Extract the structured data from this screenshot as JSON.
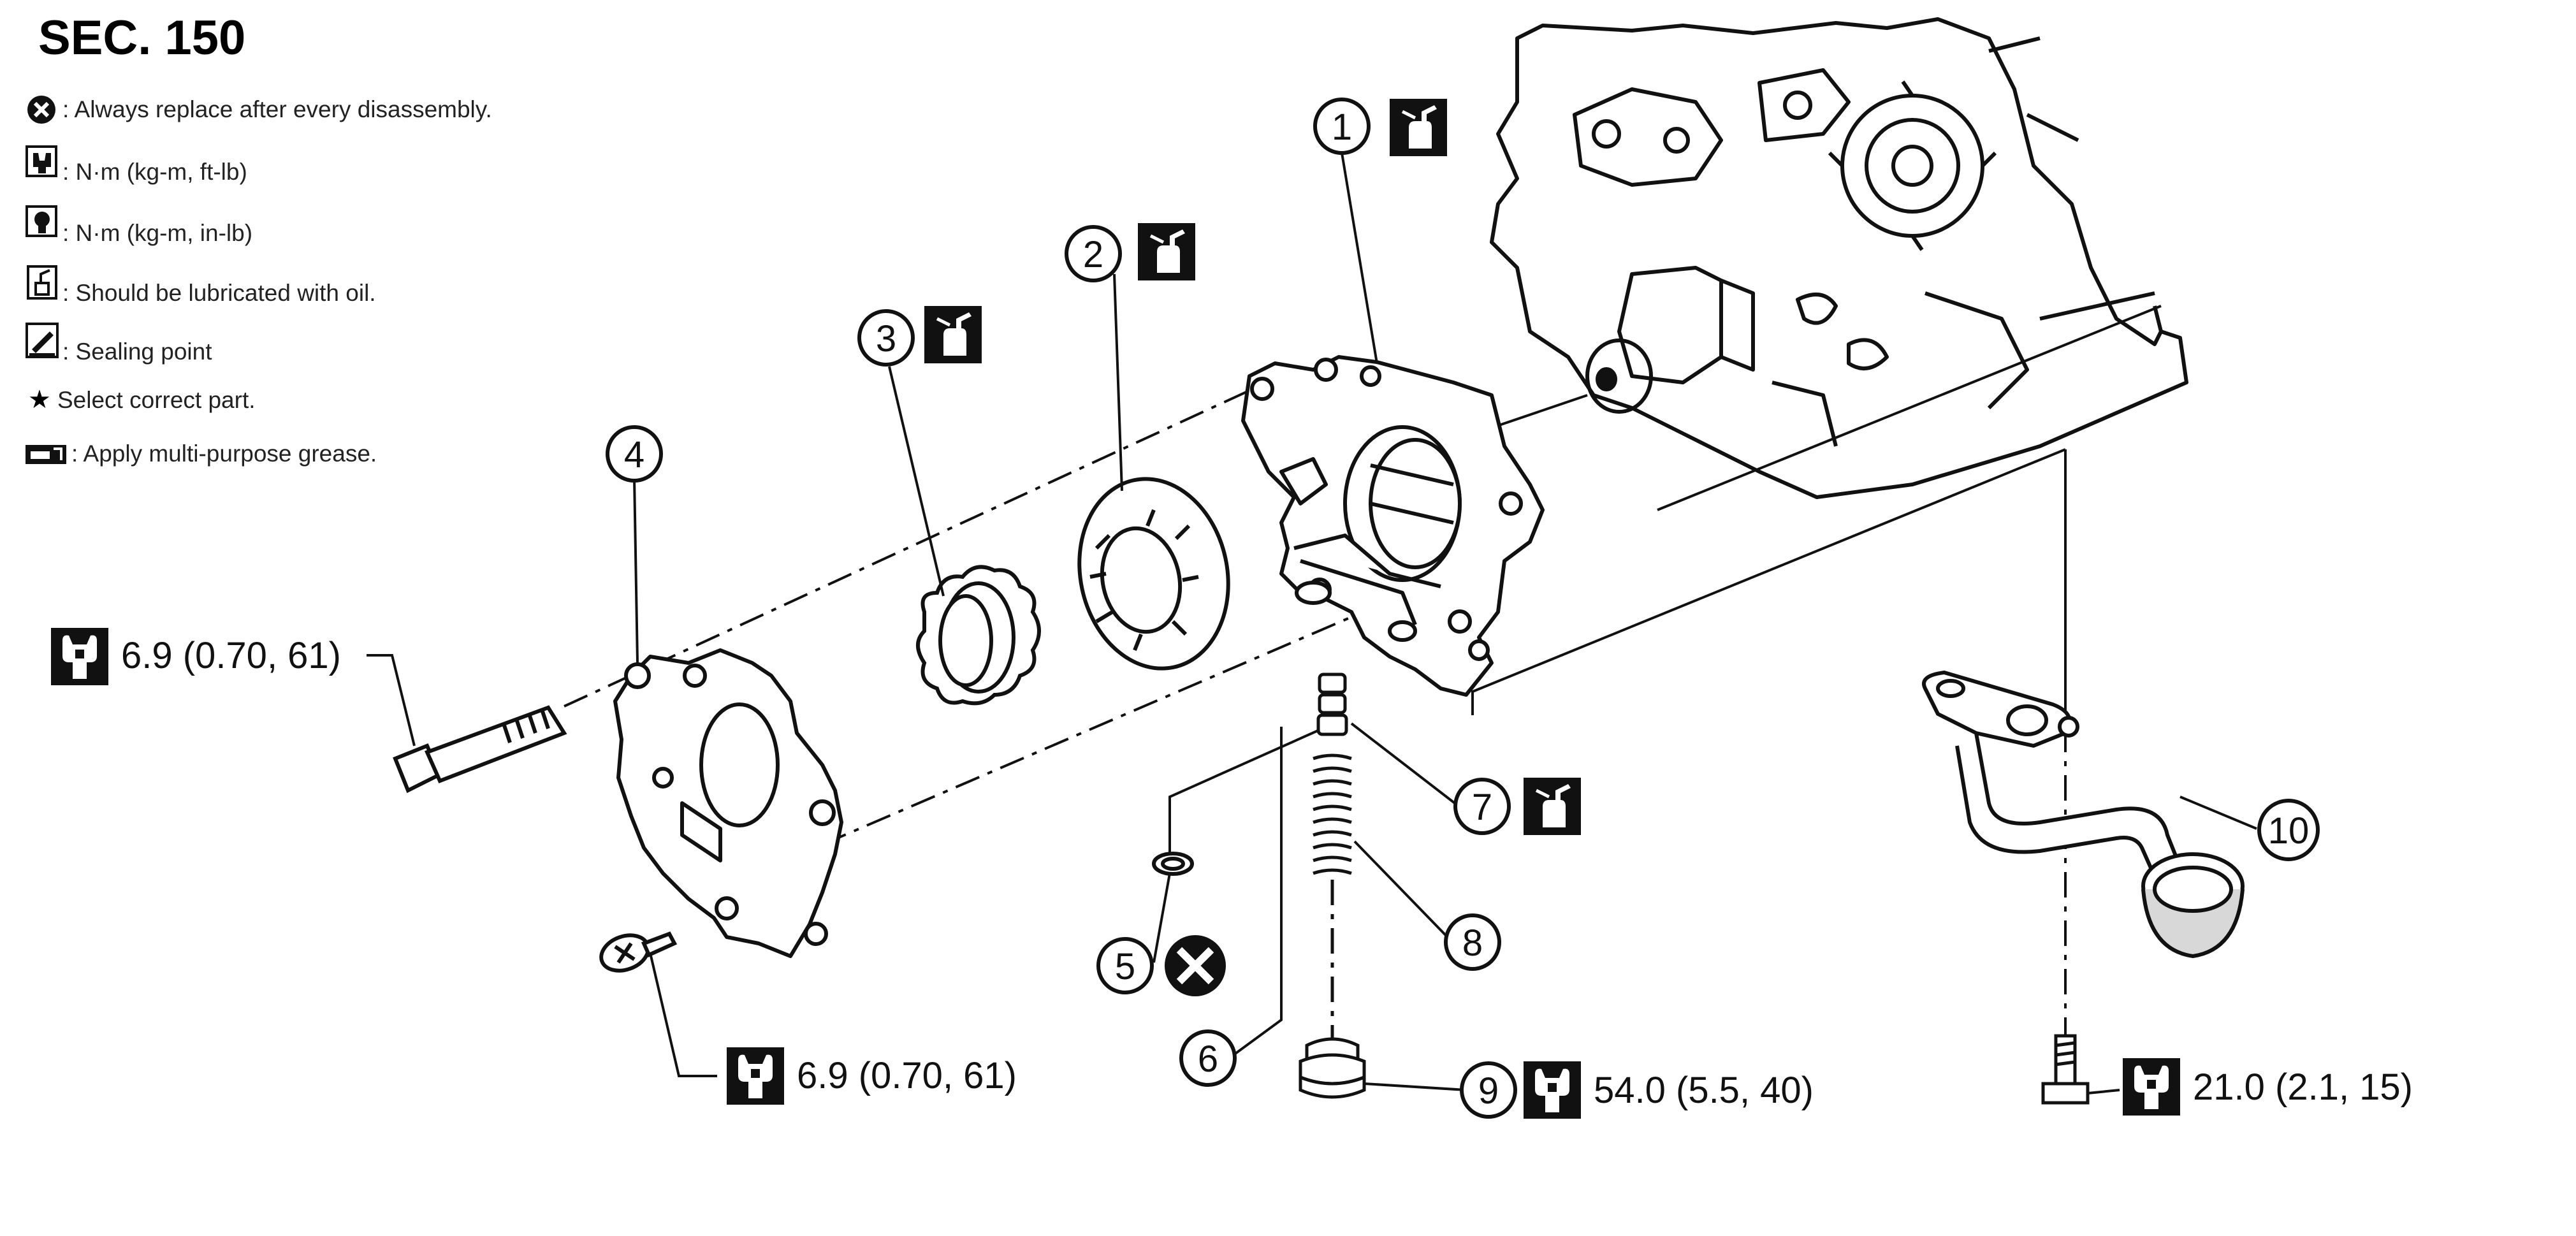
{
  "section": "SEC. 150",
  "legend": [
    {
      "icon": "replace-icon",
      "text": ": Always replace after every disassembly."
    },
    {
      "icon": "torque-ftlb-icon",
      "text": ": N·m (kg-m, ft-lb)"
    },
    {
      "icon": "torque-inlb-icon",
      "text": ": N·m (kg-m, in-lb)"
    },
    {
      "icon": "oil-can-icon",
      "text": ": Should be lubricated with oil."
    },
    {
      "icon": "sealing-icon",
      "text": ": Sealing point"
    },
    {
      "icon": "star-icon",
      "text": "Select correct part."
    },
    {
      "icon": "grease-icon",
      "text": ": Apply multi-purpose grease."
    }
  ],
  "callouts": [
    "1",
    "2",
    "3",
    "4",
    "5",
    "6",
    "7",
    "8",
    "9",
    "10"
  ],
  "torques": {
    "bolt": "6.9 (0.70, 61)",
    "screw": "6.9 (0.70, 61)",
    "plug": "54.0 (5.5, 40)",
    "strainer": "21.0 (2.1, 15)"
  },
  "colors": {
    "ink": "#111111",
    "background": "#ffffff"
  }
}
